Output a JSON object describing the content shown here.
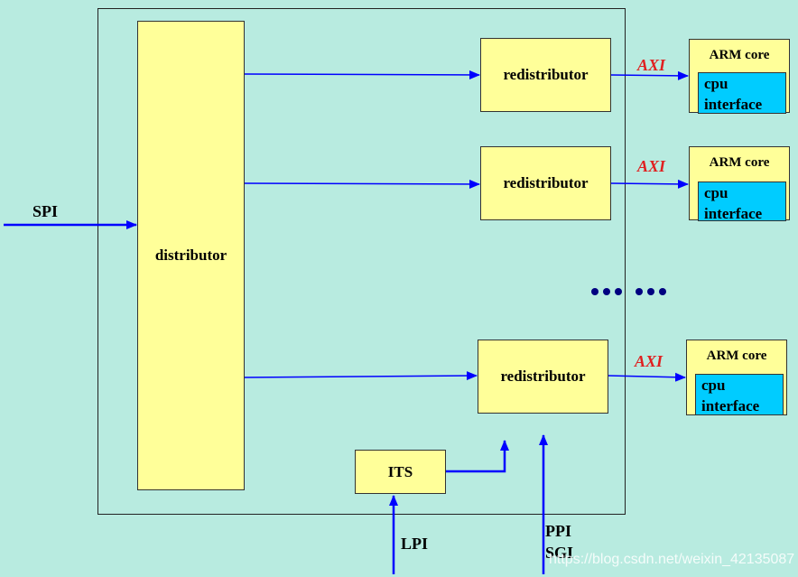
{
  "distributor": {
    "label": "distributor"
  },
  "redistributors": [
    {
      "label": "redistributor"
    },
    {
      "label": "redistributor"
    },
    {
      "label": "redistributor"
    }
  ],
  "cores": [
    {
      "title": "ARM core",
      "cpu_line1": "cpu",
      "cpu_line2": "interface",
      "bus": "AXI"
    },
    {
      "title": "ARM core",
      "cpu_line1": "cpu",
      "cpu_line2": "interface",
      "bus": "AXI"
    },
    {
      "title": "ARM core",
      "cpu_line1": "cpu",
      "cpu_line2": "interface",
      "bus": "AXI"
    }
  ],
  "its": {
    "label": "ITS"
  },
  "inputs": {
    "spi": "SPI",
    "lpi": "LPI",
    "ppi": "PPI",
    "sgi": "SGI"
  },
  "watermark": "https://blog.csdn.net/weixin_42135087",
  "colors": {
    "background": "#b8ebe0",
    "box_fill": "#ffff99",
    "cpu_fill": "#00ccff",
    "arrow": "#0000ff",
    "axi_text": "#e02020",
    "dots": "#000080"
  }
}
